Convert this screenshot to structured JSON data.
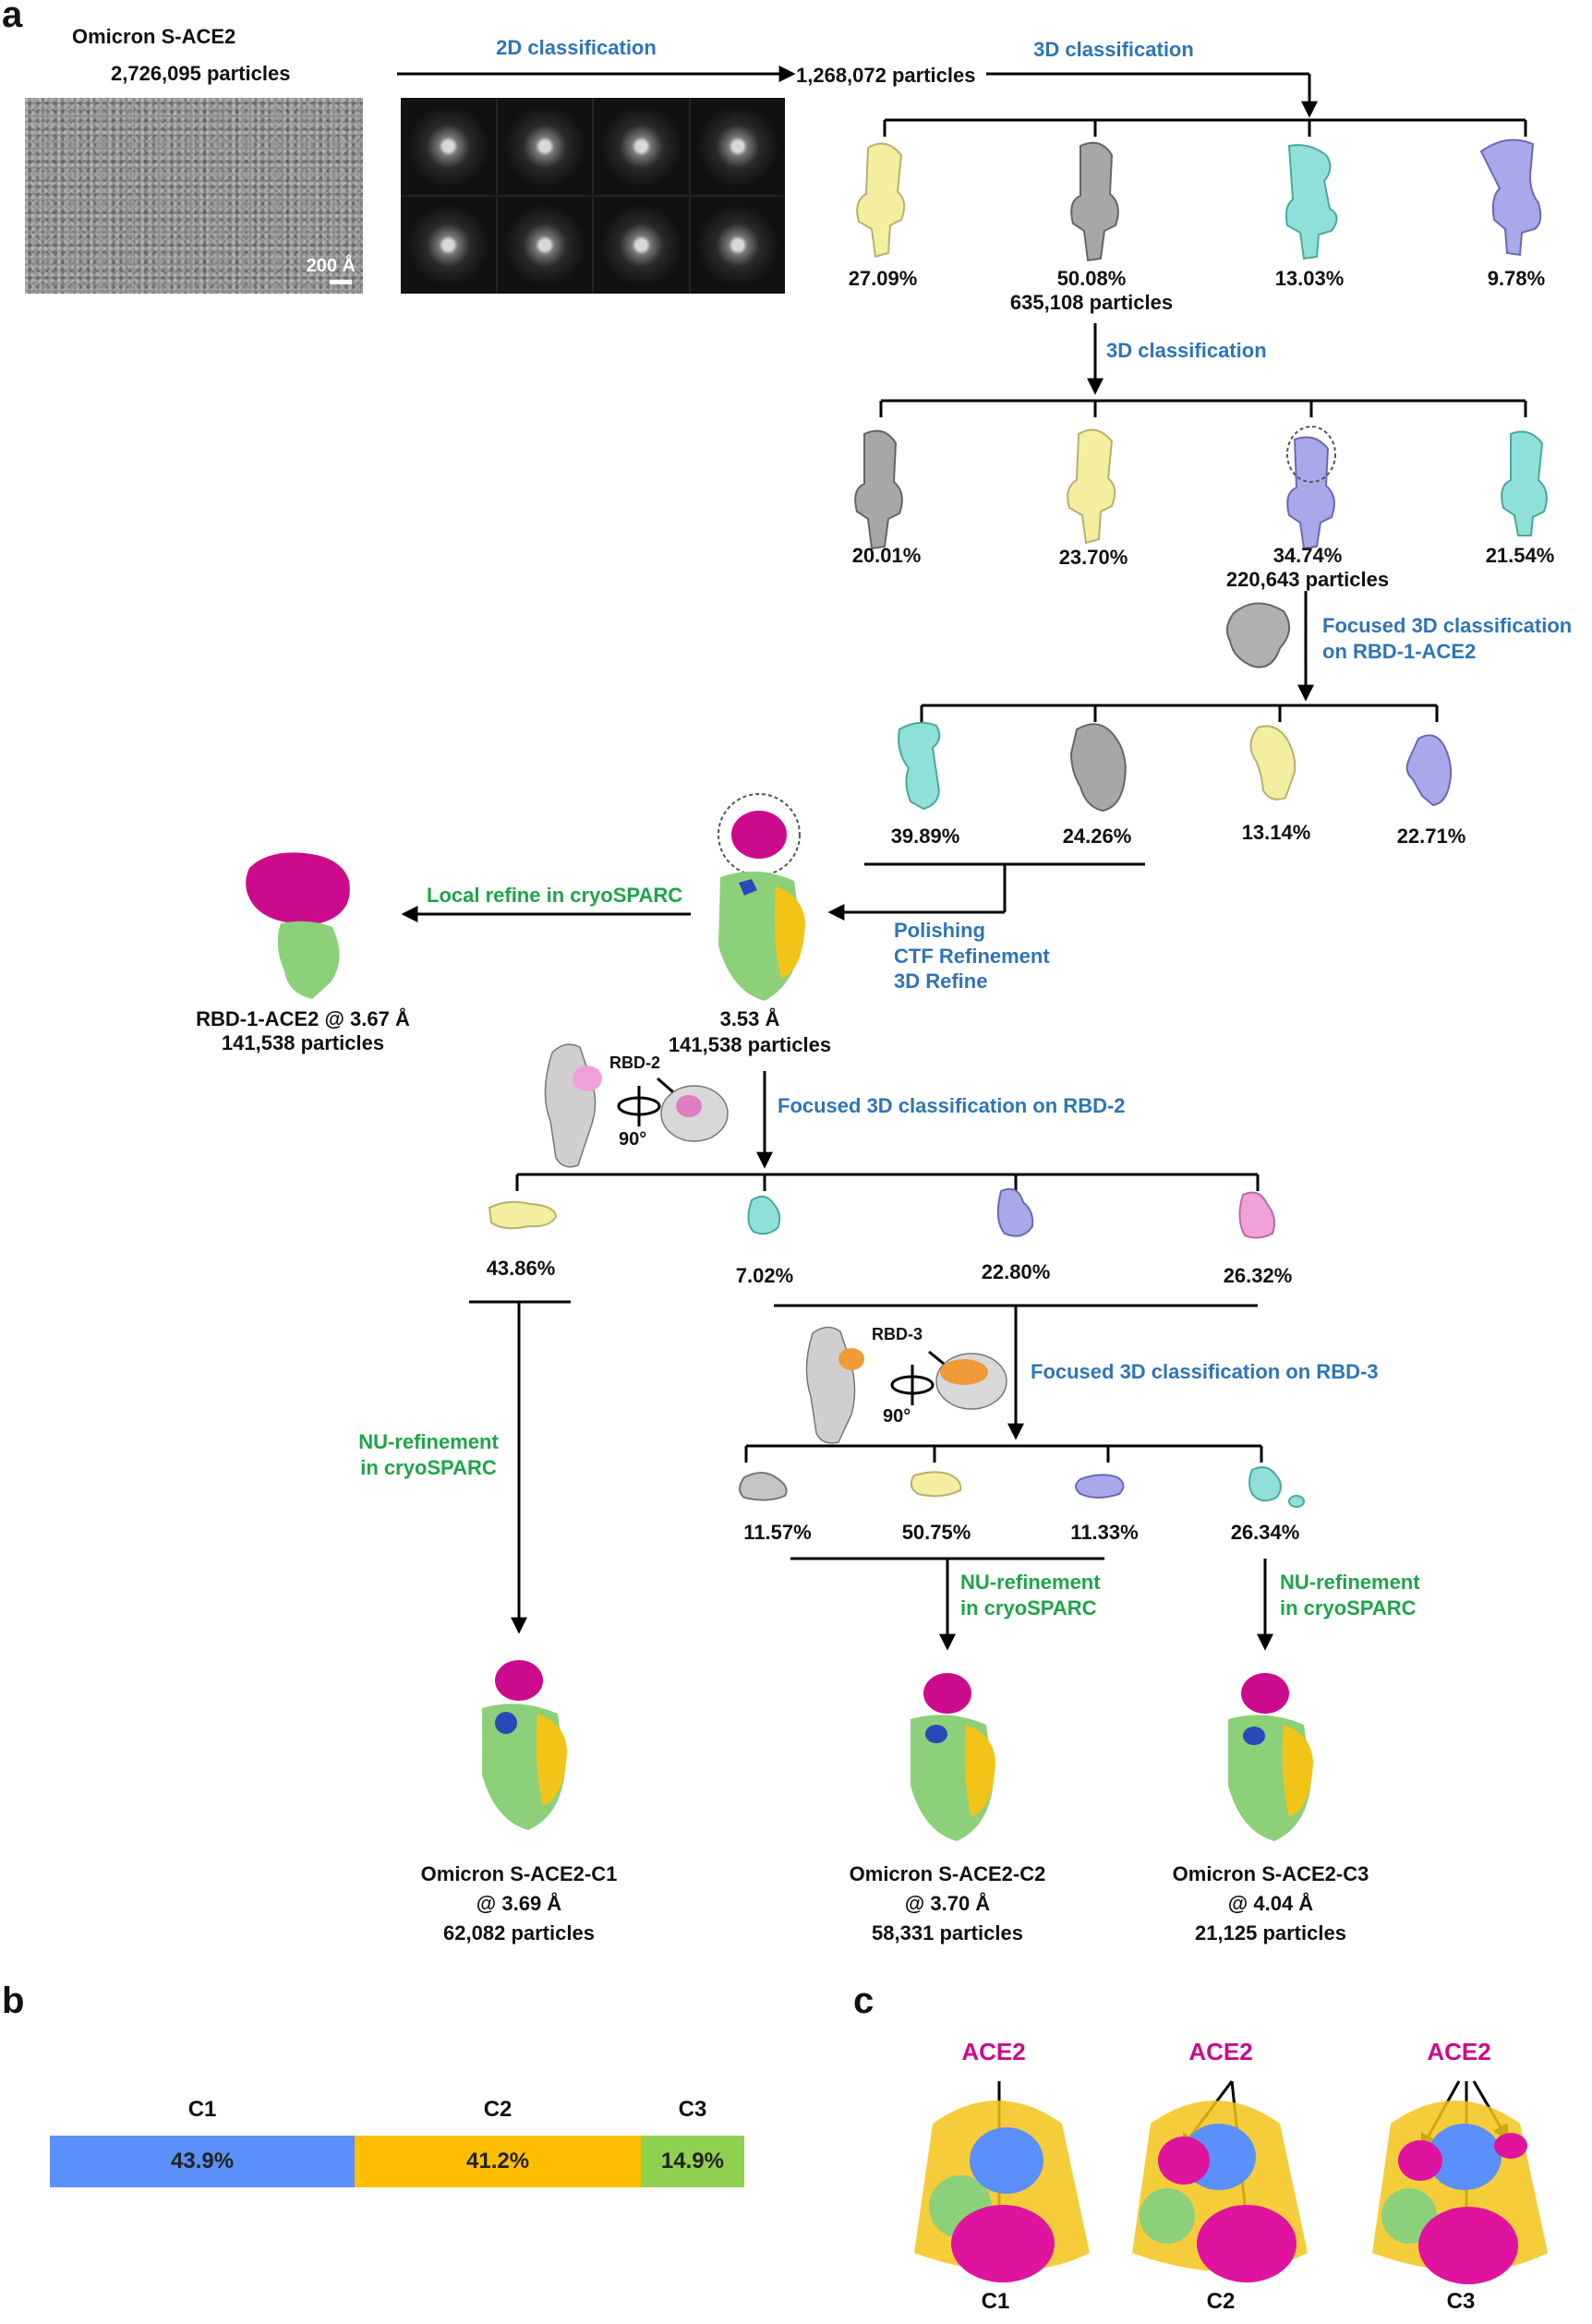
{
  "panels": {
    "a": "a",
    "b": "b",
    "c": "c"
  },
  "sample": {
    "title": "Omicron S-ACE2",
    "particles": "2,726,095 particles",
    "scale": "200 Å"
  },
  "steps": {
    "class2d": "2D classification",
    "after2d": "1,268,072 particles",
    "class3d_1": "3D classification",
    "class3d_2": "3D classification",
    "focused_rbd1": "Focused 3D classification\non RBD-1-ACE2",
    "local_refine": "Local refine in cryoSPARC",
    "polish": "Polishing\nCTF Refinement\n3D Refine",
    "focused_rbd2": "Focused 3D classification on RBD-2",
    "focused_rbd3": "Focused 3D classification on RBD-3",
    "nu_refine": "NU-refinement\nin cryoSPARC"
  },
  "level1": [
    {
      "pct": "27.09%"
    },
    {
      "pct": "50.08%",
      "particles": "635,108 particles"
    },
    {
      "pct": "13.03%"
    },
    {
      "pct": "9.78%"
    }
  ],
  "level2": [
    {
      "pct": "20.01%"
    },
    {
      "pct": "23.70%"
    },
    {
      "pct": "34.74%",
      "particles": "220,643 particles"
    },
    {
      "pct": "21.54%"
    }
  ],
  "level3": [
    {
      "pct": "39.89%"
    },
    {
      "pct": "24.26%"
    },
    {
      "pct": "13.14%"
    },
    {
      "pct": "22.71%"
    }
  ],
  "refined": {
    "resolution": "3.53 Å",
    "particles": "141,538 particles"
  },
  "rbd1": {
    "label": "RBD-1-ACE2 @ 3.67 Å",
    "particles": "141,538 particles"
  },
  "rbd2_label": "RBD-2",
  "rbd3_label": "RBD-3",
  "rotation": "90°",
  "level4": [
    {
      "pct": "43.86%"
    },
    {
      "pct": "7.02%"
    },
    {
      "pct": "22.80%"
    },
    {
      "pct": "26.32%"
    }
  ],
  "level5": [
    {
      "pct": "11.57%"
    },
    {
      "pct": "50.75%"
    },
    {
      "pct": "11.33%"
    },
    {
      "pct": "26.34%"
    }
  ],
  "finals": [
    {
      "name": "Omicron S-ACE2-C1",
      "res": "@ 3.69 Å",
      "particles": "62,082 particles"
    },
    {
      "name": "Omicron S-ACE2-C2",
      "res": "@ 3.70 Å",
      "particles": "58,331 particles"
    },
    {
      "name": "Omicron S-ACE2-C3",
      "res": "@ 4.04 Å",
      "particles": "21,125 particles"
    }
  ],
  "chart_data": {
    "type": "bar",
    "orientation": "horizontal-stacked",
    "categories": [
      "C1",
      "C2",
      "C3"
    ],
    "values": [
      43.9,
      41.2,
      14.9
    ],
    "labels": [
      "43.9%",
      "41.2%",
      "14.9%"
    ],
    "colors": [
      "#5b8ff9",
      "#ffbf00",
      "#8fd14f"
    ]
  },
  "panel_c": {
    "ace2": "ACE2",
    "models": [
      "C1",
      "C2",
      "C3"
    ]
  },
  "colors": {
    "blue_text": "#2e75b6",
    "green_text": "#1fa44a",
    "magenta": "#cc0a8c",
    "yellow_map": "#f3eea0",
    "gray_map": "#a7a7a7",
    "cyan_map": "#8fe0d8",
    "lavender_map": "#a9a8ea",
    "pink_map": "#f2a0d8"
  }
}
